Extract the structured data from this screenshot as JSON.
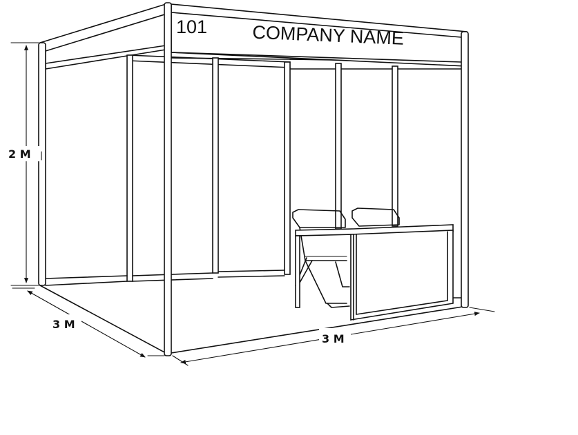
{
  "booth": {
    "number": "101",
    "company_name": "COMPANY NAME"
  },
  "dimensions": {
    "height": "2 M",
    "depth": "3 M",
    "width": "3 M"
  },
  "colors": {
    "line": "#111111",
    "background": "#ffffff"
  }
}
